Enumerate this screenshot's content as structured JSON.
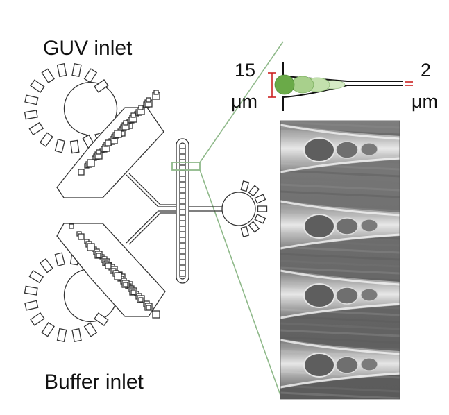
{
  "labels": {
    "guv_inlet": "GUV inlet",
    "buffer_inlet": "Buffer inlet",
    "inlet_width_value": "15",
    "inlet_width_unit": "μm",
    "outlet_width_value": "2",
    "outlet_width_unit": "μm"
  },
  "colors": {
    "device_outline": "#333333",
    "zoom_lines": "#8fb98a",
    "scale_bar": "#cc2222",
    "vesicle_dark": "#6aaa48",
    "vesicle_mid": "#a8d08c",
    "vesicle_light": "#d6ebc6"
  }
}
